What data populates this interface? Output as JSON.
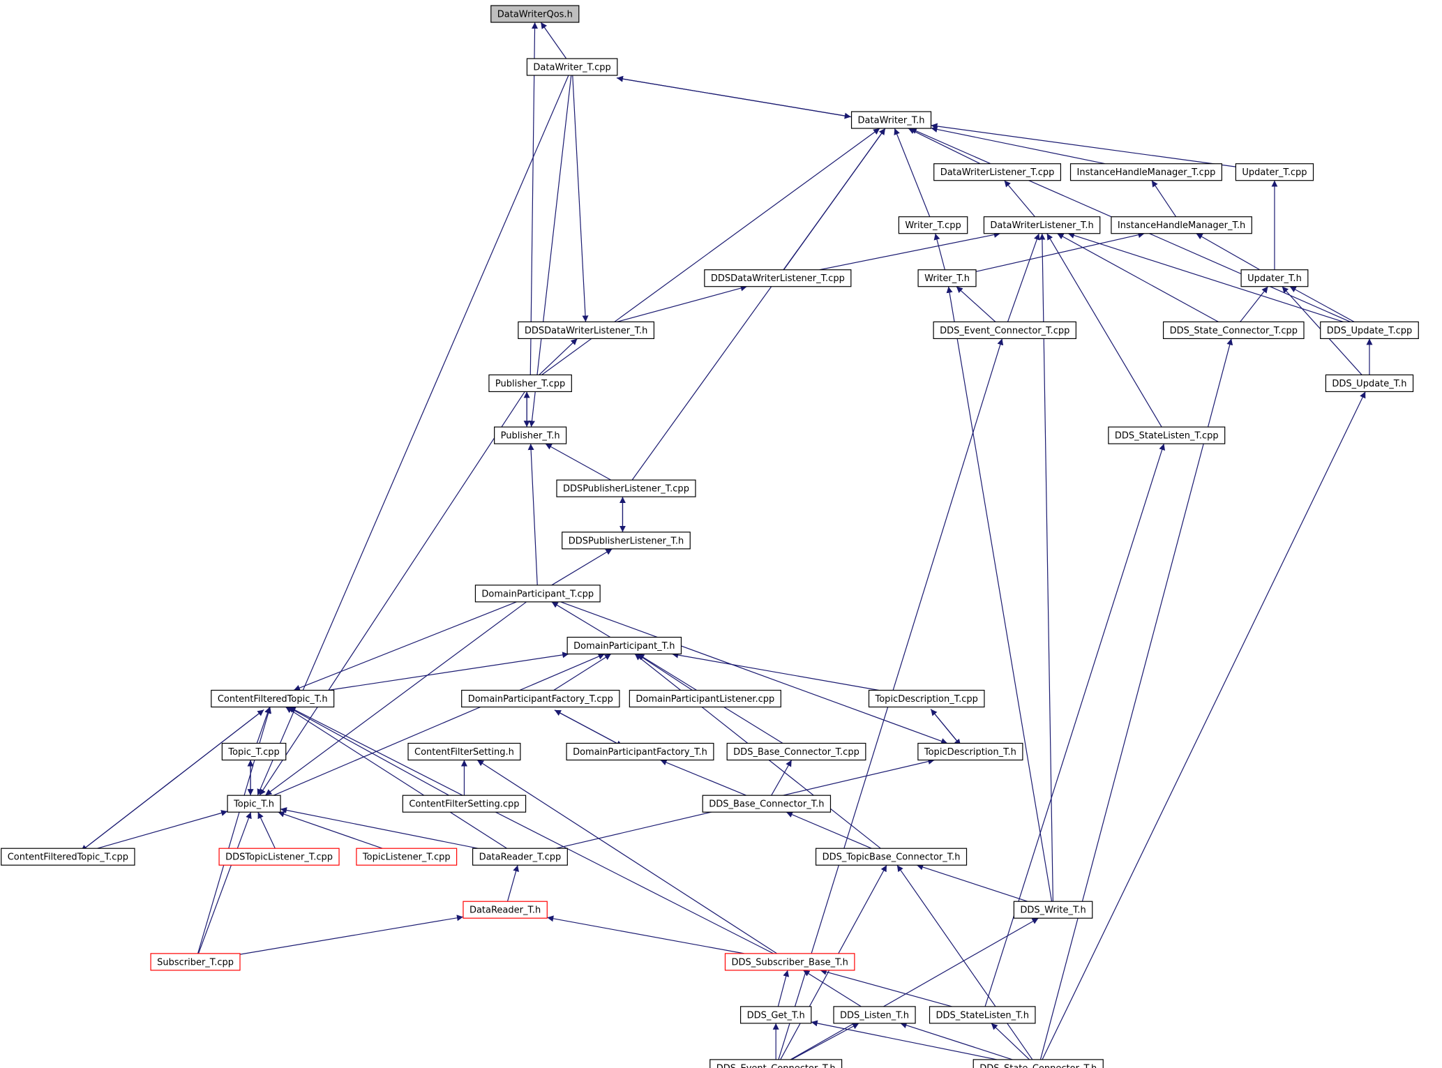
{
  "graph": {
    "nodes": [
      {
        "id": "dwqos",
        "label": "DataWriterQos.h",
        "style": "root"
      },
      {
        "id": "dwtcpp",
        "label": "DataWriter_T.cpp"
      },
      {
        "id": "dwth",
        "label": "DataWriter_T.h"
      },
      {
        "id": "dwlcpp",
        "label": "DataWriterListener_T.cpp"
      },
      {
        "id": "ihmcpp",
        "label": "InstanceHandleManager_T.cpp"
      },
      {
        "id": "updcpp",
        "label": "Updater_T.cpp"
      },
      {
        "id": "wrcpp",
        "label": "Writer_T.cpp"
      },
      {
        "id": "dwlh",
        "label": "DataWriterListener_T.h"
      },
      {
        "id": "ihmh",
        "label": "InstanceHandleManager_T.h"
      },
      {
        "id": "ddsdwlcpp",
        "label": "DDSDataWriterListener_T.cpp"
      },
      {
        "id": "wrh",
        "label": "Writer_T.h"
      },
      {
        "id": "updh",
        "label": "Updater_T.h"
      },
      {
        "id": "ddsdwlh",
        "label": "DDSDataWriterListener_T.h"
      },
      {
        "id": "evconcpp",
        "label": "DDS_Event_Connector_T.cpp"
      },
      {
        "id": "stconcpp",
        "label": "DDS_State_Connector_T.cpp"
      },
      {
        "id": "ddsupdcpp",
        "label": "DDS_Update_T.cpp"
      },
      {
        "id": "pubcpp",
        "label": "Publisher_T.cpp"
      },
      {
        "id": "ddsupdh",
        "label": "DDS_Update_T.h"
      },
      {
        "id": "pubh",
        "label": "Publisher_T.h"
      },
      {
        "id": "stlistcpp",
        "label": "DDS_StateListen_T.cpp"
      },
      {
        "id": "ddspublcpp",
        "label": "DDSPublisherListener_T.cpp"
      },
      {
        "id": "ddspublh",
        "label": "DDSPublisherListener_T.h"
      },
      {
        "id": "dpcpp",
        "label": "DomainParticipant_T.cpp"
      },
      {
        "id": "dph",
        "label": "DomainParticipant_T.h"
      },
      {
        "id": "cfth",
        "label": "ContentFilteredTopic_T.h"
      },
      {
        "id": "dpfcpp",
        "label": "DomainParticipantFactory_T.cpp"
      },
      {
        "id": "dplcpp",
        "label": "DomainParticipantListener.cpp"
      },
      {
        "id": "tdcpp",
        "label": "TopicDescription_T.cpp"
      },
      {
        "id": "topcpp",
        "label": "Topic_T.cpp"
      },
      {
        "id": "cfsh",
        "label": "ContentFilterSetting.h"
      },
      {
        "id": "dpfh",
        "label": "DomainParticipantFactory_T.h"
      },
      {
        "id": "bconcpp",
        "label": "DDS_Base_Connector_T.cpp"
      },
      {
        "id": "tdh",
        "label": "TopicDescription_T.h"
      },
      {
        "id": "toph",
        "label": "Topic_T.h"
      },
      {
        "id": "cfscpp",
        "label": "ContentFilterSetting.cpp"
      },
      {
        "id": "bconh",
        "label": "DDS_Base_Connector_T.h"
      },
      {
        "id": "cftcpp",
        "label": "ContentFilteredTopic_T.cpp"
      },
      {
        "id": "ddstlcpp",
        "label": "DDSTopicListener_T.cpp",
        "style": "red"
      },
      {
        "id": "tlcpp",
        "label": "TopicListener_T.cpp",
        "style": "red"
      },
      {
        "id": "drcpp",
        "label": "DataReader_T.cpp"
      },
      {
        "id": "tbconh",
        "label": "DDS_TopicBase_Connector_T.h"
      },
      {
        "id": "drh",
        "label": "DataReader_T.h",
        "style": "red"
      },
      {
        "id": "writeh",
        "label": "DDS_Write_T.h"
      },
      {
        "id": "subcpp",
        "label": "Subscriber_T.cpp",
        "style": "red"
      },
      {
        "id": "subbaseh",
        "label": "DDS_Subscriber_Base_T.h",
        "style": "red"
      },
      {
        "id": "geth",
        "label": "DDS_Get_T.h"
      },
      {
        "id": "listenh",
        "label": "DDS_Listen_T.h"
      },
      {
        "id": "stlisth",
        "label": "DDS_StateListen_T.h"
      },
      {
        "id": "evconh",
        "label": "DDS_Event_Connector_T.h"
      },
      {
        "id": "stconh",
        "label": "DDS_State_Connector_T.h"
      }
    ],
    "edges": [
      [
        "dwtcpp",
        "dwqos"
      ],
      [
        "pubcpp",
        "dwqos"
      ],
      [
        "dwtcpp",
        "dwth"
      ],
      [
        "dwth",
        "dwtcpp"
      ],
      [
        "dwtcpp",
        "toph"
      ],
      [
        "dwtcpp",
        "pubh"
      ],
      [
        "dwtcpp",
        "ddsdwlh"
      ],
      [
        "pubcpp",
        "dwth"
      ],
      [
        "ddsdwlcpp",
        "dwth"
      ],
      [
        "ddspublcpp",
        "dwth"
      ],
      [
        "dwlcpp",
        "dwth"
      ],
      [
        "ihmcpp",
        "dwth"
      ],
      [
        "updcpp",
        "dwth"
      ],
      [
        "ddsupdcpp",
        "dwth"
      ],
      [
        "wrcpp",
        "dwth"
      ],
      [
        "dwlh",
        "dwlcpp"
      ],
      [
        "ihmh",
        "ihmcpp"
      ],
      [
        "updh",
        "updcpp"
      ],
      [
        "ddsdwlcpp",
        "dwlh"
      ],
      [
        "evconcpp",
        "dwlh"
      ],
      [
        "stconcpp",
        "dwlh"
      ],
      [
        "ddsupdcpp",
        "dwlh"
      ],
      [
        "stlistcpp",
        "dwlh"
      ],
      [
        "writeh",
        "dwlh"
      ],
      [
        "wrh",
        "wrcpp"
      ],
      [
        "wrh",
        "ihmh"
      ],
      [
        "updh",
        "ihmh"
      ],
      [
        "evconcpp",
        "wrh"
      ],
      [
        "writeh",
        "wrh"
      ],
      [
        "stconcpp",
        "updh"
      ],
      [
        "ddsupdcpp",
        "updh"
      ],
      [
        "ddsupdh",
        "updh"
      ],
      [
        "ddsupdh",
        "ddsupdcpp"
      ],
      [
        "stlisth",
        "stlistcpp"
      ],
      [
        "evconh",
        "evconcpp"
      ],
      [
        "stconh",
        "stconcpp"
      ],
      [
        "stconh",
        "ddsupdh"
      ],
      [
        "ddsdwlh",
        "ddsdwlcpp"
      ],
      [
        "pubcpp",
        "ddsdwlh"
      ],
      [
        "pubcpp",
        "pubh"
      ],
      [
        "pubh",
        "pubcpp"
      ],
      [
        "pubcpp",
        "toph"
      ],
      [
        "ddspublcpp",
        "pubh"
      ],
      [
        "dpcpp",
        "pubh"
      ],
      [
        "ddspublh",
        "ddspublcpp"
      ],
      [
        "ddspublcpp",
        "ddspublh"
      ],
      [
        "dpcpp",
        "ddspublh"
      ],
      [
        "dph",
        "dpcpp"
      ],
      [
        "dpcpp",
        "cfth"
      ],
      [
        "dpcpp",
        "toph"
      ],
      [
        "dpcpp",
        "tdh"
      ],
      [
        "cfth",
        "dph"
      ],
      [
        "toph",
        "dph"
      ],
      [
        "dpfcpp",
        "dph"
      ],
      [
        "dplcpp",
        "dph"
      ],
      [
        "tdcpp",
        "dph"
      ],
      [
        "bconcpp",
        "dph"
      ],
      [
        "tbconh",
        "dph"
      ],
      [
        "topcpp",
        "cfth"
      ],
      [
        "cfscpp",
        "cfth"
      ],
      [
        "cftcpp",
        "cfth"
      ],
      [
        "cfth",
        "cftcpp"
      ],
      [
        "subcpp",
        "cfth"
      ],
      [
        "drcpp",
        "cfth"
      ],
      [
        "subbaseh",
        "cfth"
      ],
      [
        "dpfh",
        "dpfcpp"
      ],
      [
        "dpfcpp",
        "dpfh"
      ],
      [
        "bconh",
        "dpfh"
      ],
      [
        "tdh",
        "tdcpp"
      ],
      [
        "tdcpp",
        "tdh"
      ],
      [
        "drcpp",
        "tdh"
      ],
      [
        "toph",
        "topcpp"
      ],
      [
        "topcpp",
        "toph"
      ],
      [
        "subbaseh",
        "cfsh"
      ],
      [
        "cfscpp",
        "cfsh"
      ],
      [
        "bconh",
        "bconcpp"
      ],
      [
        "tbconh",
        "bconh"
      ],
      [
        "cftcpp",
        "toph"
      ],
      [
        "ddstlcpp",
        "toph"
      ],
      [
        "tlcpp",
        "toph"
      ],
      [
        "drcpp",
        "toph"
      ],
      [
        "subcpp",
        "toph"
      ],
      [
        "drh",
        "drcpp"
      ],
      [
        "subcpp",
        "drh"
      ],
      [
        "subbaseh",
        "drh"
      ],
      [
        "writeh",
        "tbconh"
      ],
      [
        "evconh",
        "tbconh"
      ],
      [
        "stconh",
        "tbconh"
      ],
      [
        "evconh",
        "writeh"
      ],
      [
        "geth",
        "subbaseh"
      ],
      [
        "listenh",
        "subbaseh"
      ],
      [
        "stlisth",
        "subbaseh"
      ],
      [
        "evconh",
        "geth"
      ],
      [
        "evconh",
        "listenh"
      ],
      [
        "stconh",
        "listenh"
      ],
      [
        "stconh",
        "geth"
      ],
      [
        "stconh",
        "stlisth"
      ]
    ]
  }
}
